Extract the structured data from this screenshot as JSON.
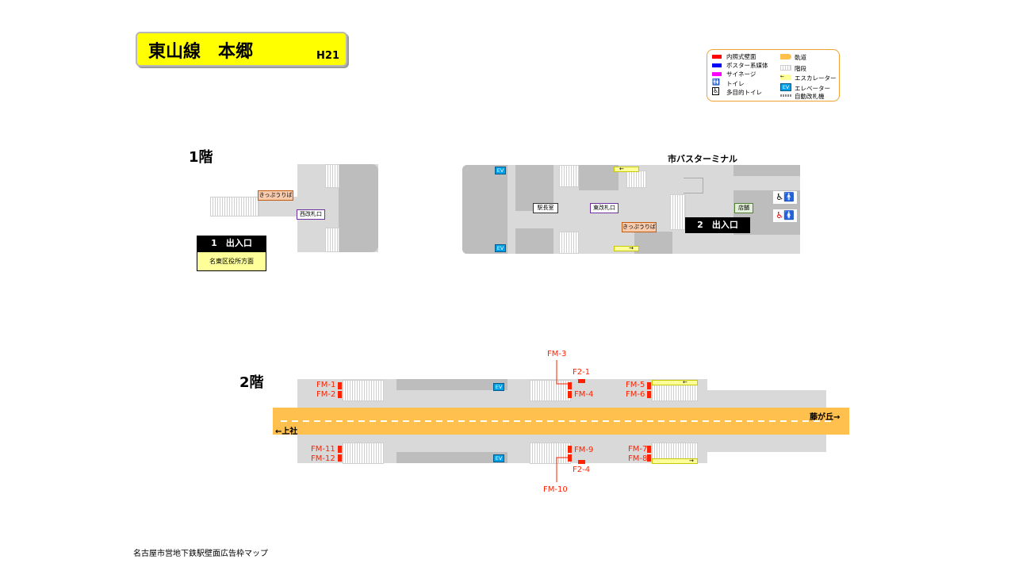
{
  "title": {
    "line": "東山線　本郷",
    "code": "H21"
  },
  "legend": {
    "items": [
      {
        "label": "内照式壁面",
        "color": "#ff0000"
      },
      {
        "label": "ポスター系媒体",
        "color": "#0000ff"
      },
      {
        "label": "サイネージ",
        "color": "#ff00ff"
      },
      {
        "label": "トイレ"
      },
      {
        "label": "多目的トイレ"
      },
      {
        "label": "軌道",
        "color": "#ffc04d"
      },
      {
        "label": "階段"
      },
      {
        "label": "エスカレーター",
        "color": "#ffff99"
      },
      {
        "label": "エレベーター",
        "color": "#00a0e9"
      },
      {
        "label": "自動改札機"
      }
    ],
    "ev_text": "EV",
    "toilet_glyph": "🚻",
    "wc_glyph": "♿",
    "esc_glyph": "←"
  },
  "floor1": {
    "label": "1階",
    "west": {
      "ticket": "きっぷうりば",
      "gate": "西改札口",
      "exit_no": "1　出入口",
      "exit_dir": "名東区役所方面"
    },
    "east": {
      "bus_terminal": "市バスターミナル",
      "station_office": "駅長室",
      "gate": "東改札口",
      "ticket": "きっぷうりば",
      "shop": "店舗",
      "exit_no": "2　出入口",
      "ev": "EV",
      "esc_up": "←",
      "esc_down": "→"
    }
  },
  "floor2": {
    "label": "2階",
    "ev": "EV",
    "dir_left": "←上社",
    "dir_right": "藤が丘→",
    "esc_up": "←",
    "esc_down": "→",
    "ads": {
      "fm1": "FM-1",
      "fm2": "FM-2",
      "fm3": "FM-3",
      "fm4": "FM-4",
      "fm5": "FM-5",
      "fm6": "FM-6",
      "fm7": "FM-7",
      "fm8": "FM-8",
      "fm9": "FM-9",
      "fm10": "FM-10",
      "fm11": "FM-11",
      "fm12": "FM-12",
      "f21": "F2-1",
      "f24": "F2-4"
    }
  },
  "footer": "名古屋市営地下鉄駅壁面広告枠マップ"
}
